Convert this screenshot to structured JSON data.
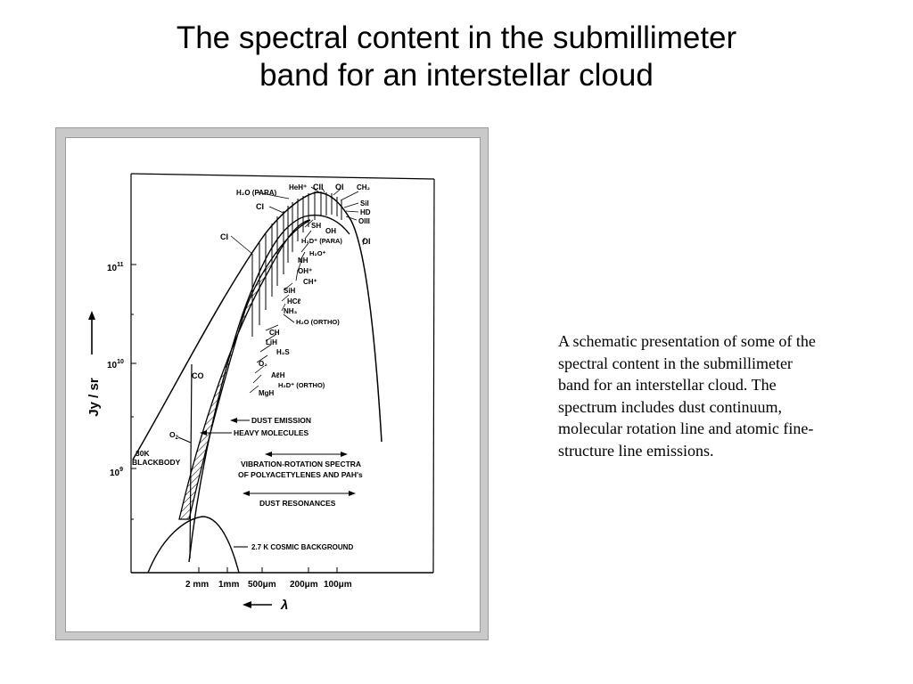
{
  "slide": {
    "title_line1": "The spectral content in the submillimeter",
    "title_line2": "band for an interstellar cloud",
    "caption": "A schematic presentation of some of the spectral content in the submillimeter band for an interstellar cloud. The spectrum includes dust continuum, molecular rotation line and atomic fine-structure line emissions."
  },
  "figure": {
    "y_axis_label": "Jy / sr",
    "y_ticks": [
      {
        "base": "10",
        "exp": "11"
      },
      {
        "base": "10",
        "exp": "10"
      },
      {
        "base": "10",
        "exp": "9"
      }
    ],
    "x_ticks": [
      "2 mm",
      "1mm",
      "500μm",
      "200μm",
      "100μm"
    ],
    "x_axis_symbol": "λ",
    "curves": {
      "blackbody_30k_line1": "30K",
      "blackbody_30k_line2": "BLACKBODY",
      "cosmic_background": "2.7 K COSMIC BACKGROUND",
      "dust_emission": "DUST EMISSION",
      "heavy_molecules": "HEAVY MOLECULES"
    },
    "bands": {
      "vibration_rotation_line1": "VIBRATION-ROTATION SPECTRA",
      "vibration_rotation_line2": "OF POLYACETYLENES AND PAH's",
      "dust_resonances": "DUST RESONANCES"
    },
    "line_labels": {
      "top": [
        "HeH⁺",
        "CII",
        "OI",
        "CH₂"
      ],
      "right_top": [
        "SiI",
        "HD",
        "OIII"
      ],
      "h2o_para": "H₂O (PARA)",
      "ci_upper": "CI",
      "ci_lower": "CI",
      "oi_right": "OI",
      "co": "CO",
      "o2_left": "O₂",
      "mid": [
        "SH",
        "OH",
        "H₂D⁺ (PARA)",
        "H₂O⁺",
        "NH",
        "OH⁺",
        "CH⁺",
        "SiH",
        "HCℓ",
        "NH₃",
        "H₂O (ORTHO)",
        "CH",
        "LiH",
        "H₂S",
        "O₂",
        "AℓH",
        "H₂D⁺ (ORTHO)",
        "MgH"
      ]
    }
  }
}
